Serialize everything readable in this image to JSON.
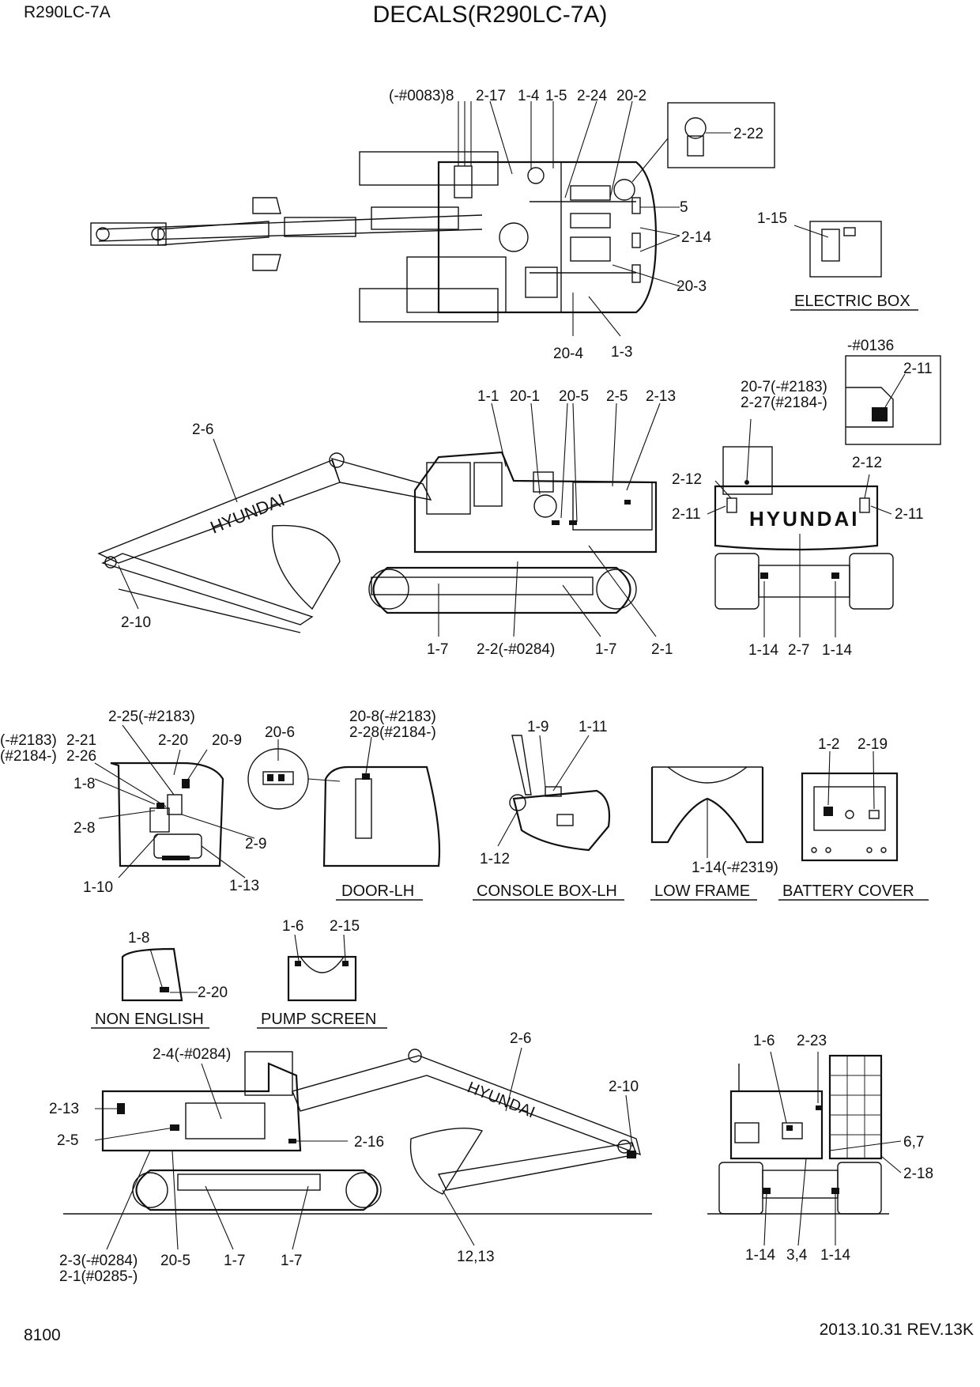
{
  "header": {
    "model": "R290LC-7A",
    "title": "DECALS(R290LC-7A)"
  },
  "footer": {
    "page_number": "8100",
    "date_rev": "2013.10.31  REV.13K"
  },
  "top_view": {
    "labels": [
      "(-#0083)8",
      "2-17",
      "1-4",
      "1-5",
      "2-24",
      "20-2",
      "5",
      "2-14",
      "20-3",
      "20-4",
      "1-3"
    ],
    "inset_label": "2-22"
  },
  "electric_box": {
    "caption": "ELECTRIC BOX",
    "label": "1-15"
  },
  "side_view_left": {
    "labels": [
      "1-1",
      "20-1",
      "20-5",
      "2-5",
      "2-13",
      "2-6",
      "2-10",
      "1-7",
      "2-2(-#0284)",
      "1-7",
      "2-1"
    ]
  },
  "rear_view": {
    "serial_note": "-#0136",
    "inset_label": "2-11",
    "label_207": "20-7(-#2183)",
    "label_227": "2-27(#2184-)",
    "labels": [
      "2-12",
      "2-12",
      "2-11",
      "2-11",
      "1-14",
      "2-7",
      "1-14"
    ],
    "brand_text": "HYUNDAI"
  },
  "cab_interior": {
    "labels": [
      "2-25(-#2183)",
      "(-#2183)",
      "2-21",
      "(#2184-)",
      "2-26",
      "2-20",
      "20-9",
      "1-8",
      "2-8",
      "2-9",
      "1-10",
      "1-13"
    ]
  },
  "detail_206": {
    "label": "20-6"
  },
  "door_lh": {
    "caption": "DOOR-LH",
    "label_208": "20-8(-#2183)",
    "label_228": "2-28(#2184-)"
  },
  "console_box": {
    "caption": "CONSOLE BOX-LH",
    "labels": [
      "1-9",
      "1-11",
      "1-12"
    ]
  },
  "low_frame": {
    "caption": "LOW FRAME",
    "label": "1-14(-#2319)"
  },
  "battery_cover": {
    "caption": "BATTERY COVER",
    "labels": [
      "1-2",
      "2-19"
    ]
  },
  "non_english": {
    "caption": "NON ENGLISH",
    "labels": [
      "1-8",
      "2-20"
    ]
  },
  "pump_screen": {
    "caption": "PUMP SCREEN",
    "labels": [
      "1-6",
      "2-15"
    ]
  },
  "side_view_right": {
    "labels": [
      "2-4(-#0284)",
      "2-6",
      "2-10",
      "2-13",
      "2-5",
      "2-16",
      "2-3(-#0284)",
      "2-1(#0285-)",
      "20-5",
      "1-7",
      "1-7",
      "12,13"
    ],
    "brand_text": "HYUNDAI"
  },
  "front_view": {
    "labels": [
      "1-6",
      "2-23",
      "6,7",
      "2-18",
      "1-14",
      "3,4",
      "1-14"
    ]
  }
}
